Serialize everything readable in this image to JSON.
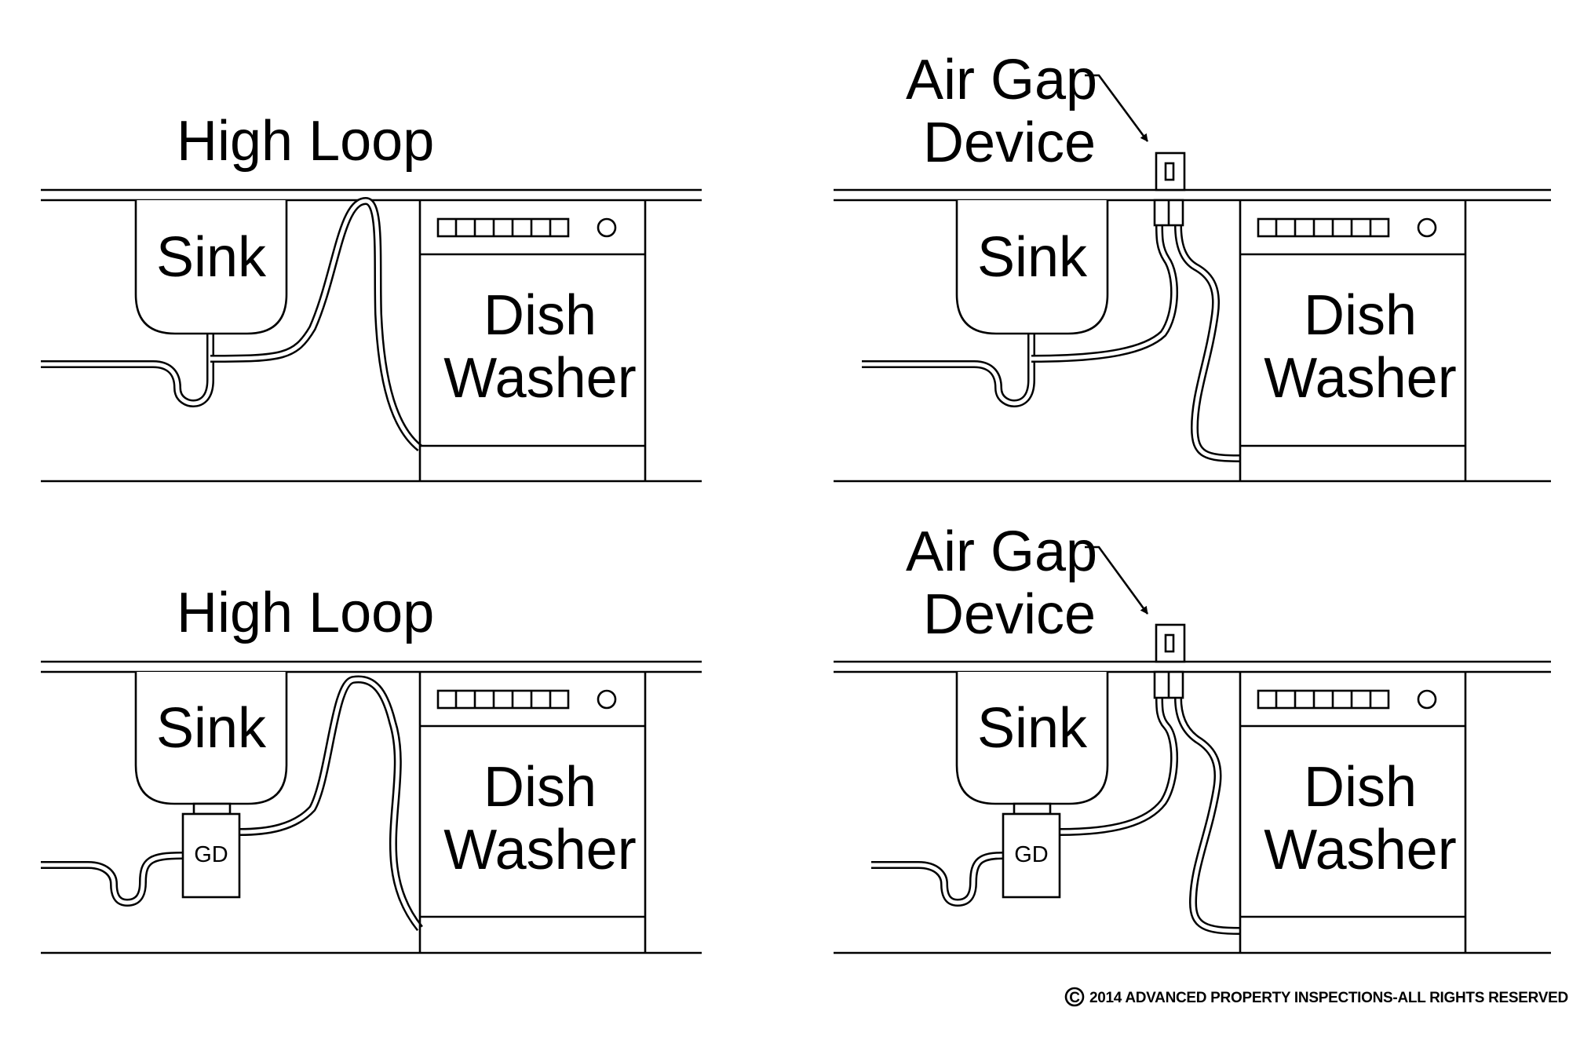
{
  "panels": {
    "top_left": {
      "title": "High Loop",
      "sink": "Sink",
      "dish1": "Dish",
      "dish2": "Washer"
    },
    "top_right": {
      "callout1": "Air Gap",
      "callout2": "Device",
      "sink": "Sink",
      "dish1": "Dish",
      "dish2": "Washer"
    },
    "bottom_left": {
      "title": "High Loop",
      "sink": "Sink",
      "disposal": "GD",
      "dish1": "Dish",
      "dish2": "Washer"
    },
    "bottom_right": {
      "callout1": "Air Gap",
      "callout2": "Device",
      "sink": "Sink",
      "disposal": "GD",
      "dish1": "Dish",
      "dish2": "Washer"
    }
  },
  "copyright": {
    "symbol": "C",
    "text": "2014 ADVANCED PROPERTY INSPECTIONS-ALL RIGHTS RESERVED"
  }
}
